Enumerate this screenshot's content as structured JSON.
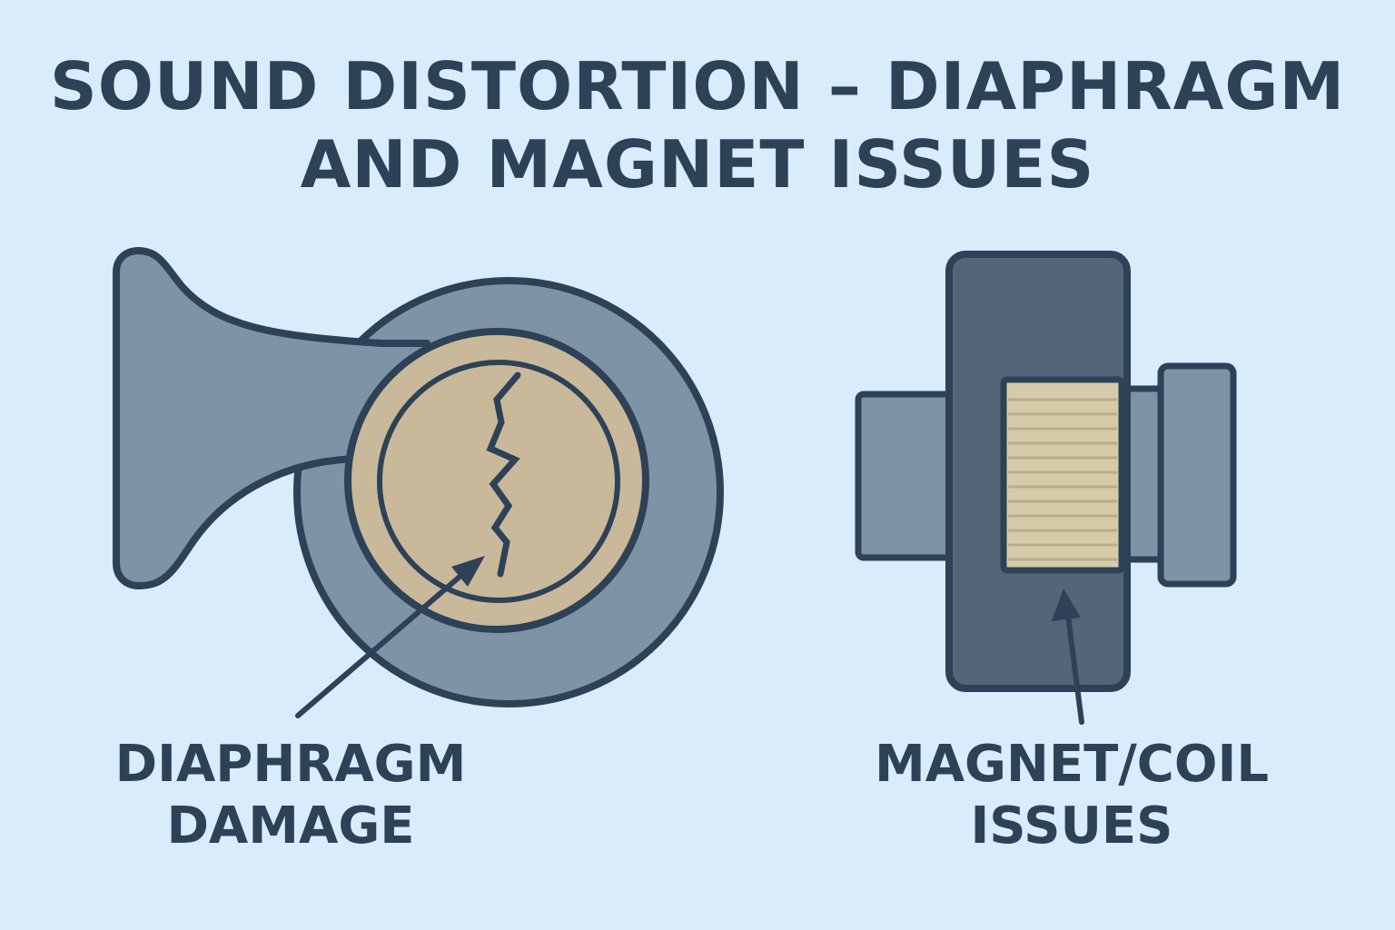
{
  "title": {
    "line1": "SOUND DISTORTION – DIAPHRAGM",
    "line2": "AND MAGNET ISSUES"
  },
  "labels": {
    "diaphragm": {
      "line1": "DIAPHRAGM",
      "line2": "DAMAGE"
    },
    "magnet": {
      "line1": "MAGNET/COIL",
      "line2": "ISSUES"
    }
  },
  "colors": {
    "background": "#d8ecfc",
    "outline": "#2d4257",
    "horn_body": "#7f93a6",
    "magnet_housing": "#556577",
    "diaphragm": "#c9b99a",
    "coil": "#d6cba9"
  }
}
